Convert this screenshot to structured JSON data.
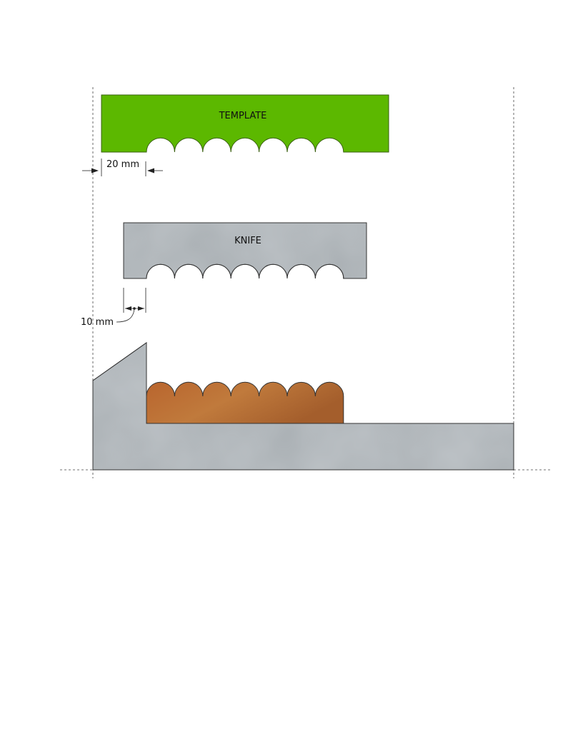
{
  "labels": {
    "template": "TEMPLATE",
    "knife": "KNIFE"
  },
  "dimensions": {
    "template_offset": "20 mm",
    "knife_offset": "10 mm"
  },
  "colors": {
    "template_fill": "#5cb800",
    "metal_fill": "#a9afb3",
    "wood_fill": "#b8682f",
    "outline": "#333333"
  },
  "scallop_count": 7
}
